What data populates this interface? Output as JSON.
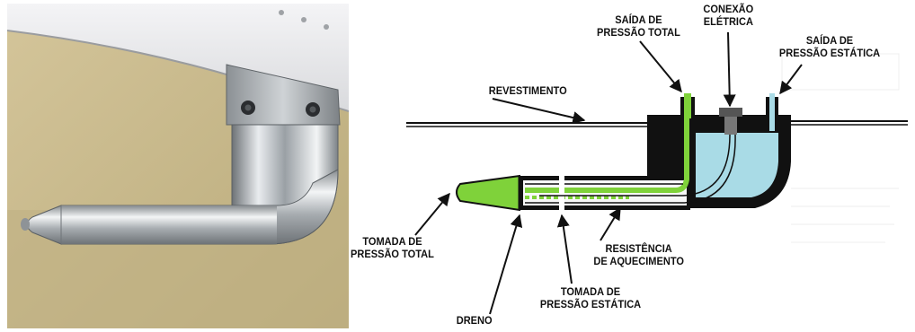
{
  "labels": {
    "saida_pressao_total": [
      "SAÍDA DE",
      "PRESSÃO TOTAL"
    ],
    "conexao_eletrica": [
      "CONEXÃO",
      "ELÉTRICA"
    ],
    "saida_pressao_estatica": [
      "SAÍDA DE",
      "PRESSÃO ESTÁTICA"
    ],
    "revestimento": "REVESTIMENTO",
    "tomada_pressao_total": [
      "TOMADA DE",
      "PRESSÃO TOTAL"
    ],
    "resistencia_aquecimento": [
      "RESISTÊNCIA",
      "DE AQUECIMENTO"
    ],
    "tomada_pressao_estatica": [
      "TOMADA DE",
      "PRESSÃO ESTÁTICA"
    ],
    "dreno": "DRENO"
  },
  "colors": {
    "probe_green": "#7fd23a",
    "chamber_blue": "#a9dbe6",
    "structure_black": "#111111",
    "photo_background": "#c9b98e"
  }
}
